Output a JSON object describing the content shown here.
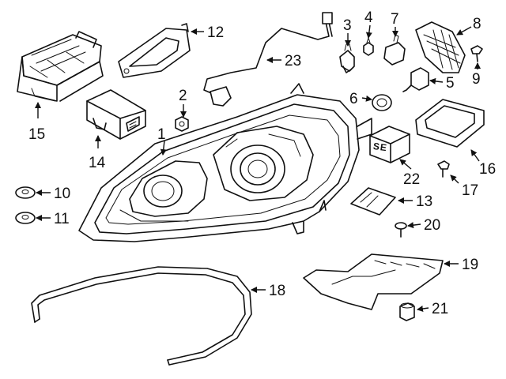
{
  "callouts": {
    "c1": "1",
    "c2": "2",
    "c3": "3",
    "c4": "4",
    "c5": "5",
    "c6": "6",
    "c7": "7",
    "c8": "8",
    "c9": "9",
    "c10": "10",
    "c11": "11",
    "c12": "12",
    "c13": "13",
    "c14": "14",
    "c15": "15",
    "c16": "16",
    "c17": "17",
    "c18": "18",
    "c19": "19",
    "c20": "20",
    "c21": "21",
    "c22": "22",
    "c23": "23"
  },
  "part_label_text": "SE",
  "colors": {
    "line": "#111111",
    "background": "#ffffff"
  }
}
